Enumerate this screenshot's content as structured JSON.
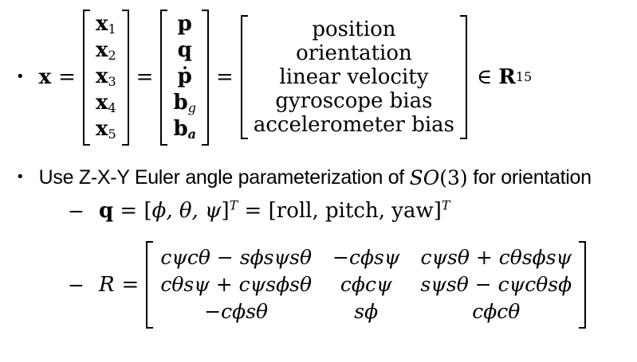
{
  "slide": {
    "background": "#ffffff",
    "text_color": "#000000",
    "bullet_glyph": "•",
    "dash_glyph": "−",
    "state_equation": {
      "x_symbol": "x",
      "equals1": "=",
      "equals2": "=",
      "equals3": "=",
      "index_vector": [
        {
          "m": "x",
          "s": "1"
        },
        {
          "m": "x",
          "s": "2"
        },
        {
          "m": "x",
          "s": "3"
        },
        {
          "m": "x",
          "s": "4"
        },
        {
          "m": "x",
          "s": "5"
        }
      ],
      "symbol_vector": [
        {
          "m": "p",
          "s": ""
        },
        {
          "m": "q",
          "s": ""
        },
        {
          "m": "ṗ",
          "s": ""
        },
        {
          "m": "b",
          "s": "g"
        },
        {
          "m": "b",
          "s": "a"
        }
      ],
      "description_vector": [
        "position",
        "orientation",
        "linear velocity",
        "gyroscope bias",
        "accelerometer bias"
      ],
      "element_of": "∈",
      "space_symbol": "R",
      "dimension": "15"
    },
    "euler_bullet": {
      "text_before": "Use Z-X-Y Euler angle parameterization of ",
      "group": "SO",
      "group_arg": "(3)",
      "text_after": " for orientation"
    },
    "q_line": {
      "q_symbol": "q",
      "equals1": " = ",
      "open1": "[",
      "angles": "ϕ, θ, ψ",
      "close1": "]",
      "transpose1": "T",
      "equals2": " = ",
      "open2": "[",
      "names": "roll, pitch, yaw",
      "close2": "]",
      "transpose2": "T"
    },
    "rotation_line": {
      "r_symbol": "R",
      "equals": "=",
      "matrix": [
        [
          "cψcθ − sϕsψsθ",
          "−cϕsψ",
          "cψsθ + cθsϕsψ"
        ],
        [
          "cθsψ + cψsϕsθ",
          "cϕcψ",
          "sψsθ − cψcθsϕ"
        ],
        [
          "−cϕsθ",
          "sϕ",
          "cϕcθ"
        ]
      ]
    }
  }
}
